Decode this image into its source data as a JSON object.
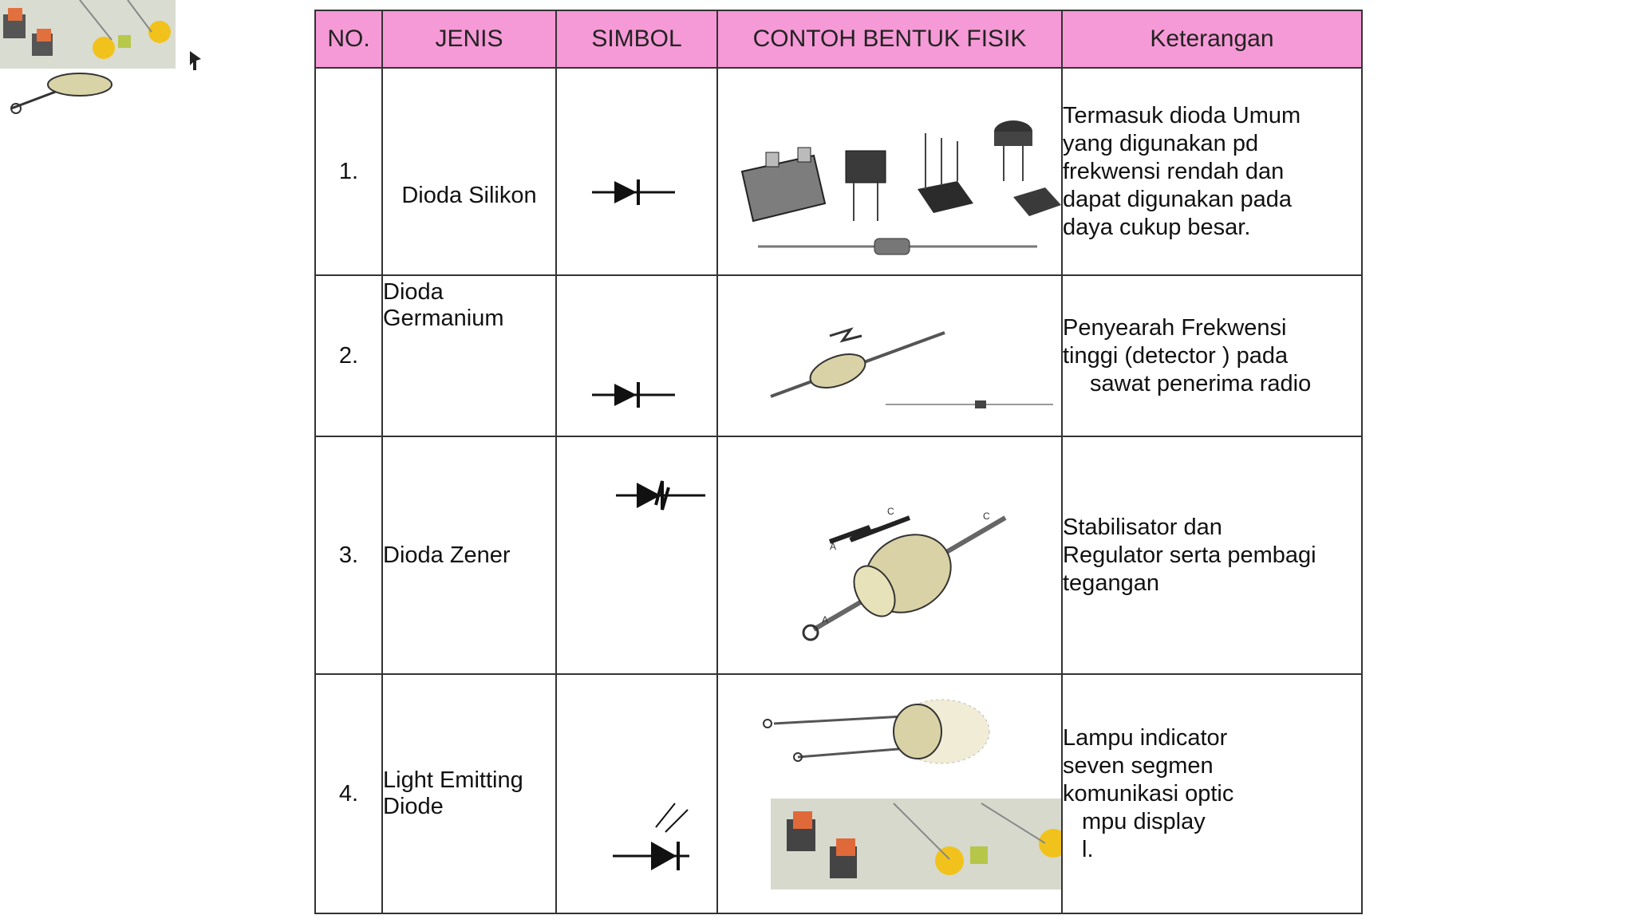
{
  "table": {
    "headers": [
      "NO.",
      "JENIS",
      "SIMBOL",
      "CONTOH BENTUK FISIK",
      "Keterangan"
    ],
    "rows": [
      {
        "no": "1.",
        "jenis": "Dioda Silikon",
        "symbol_icon": "diode-symbol-icon",
        "photo_icon": "bridge-rectifier-icon",
        "keterangan": [
          "Termasuk dioda Umum",
          "yang digunakan pd",
          "frekwensi rendah dan",
          "dapat digunakan pada",
          "daya cukup besar."
        ]
      },
      {
        "no": "2.",
        "jenis": "Dioda Germanium",
        "symbol_icon": "diode-symbol-icon",
        "photo_icon": "germanium-diode-icon",
        "keterangan": [
          "Penyearah Frekwensi",
          "tinggi (detector ) pada",
          "sawat penerima radio"
        ]
      },
      {
        "no": "3.",
        "jenis": "Dioda Zener",
        "symbol_icon": "zener-diode-symbol-icon",
        "photo_icon": "zener-diode-icon",
        "keterangan": [
          "Stabilisator dan",
          "Regulator serta pembagi",
          "tegangan"
        ]
      },
      {
        "no": "4.",
        "jenis": "Light Emitting Diode",
        "symbol_icon": "led-symbol-icon",
        "photo_icon": "led-photo-icon",
        "keterangan": [
          "Lampu indicator",
          "seven segmen",
          "komunikasi optic",
          "mpu display",
          "l."
        ]
      }
    ]
  },
  "colors": {
    "header_bg": "#f59ad6",
    "border": "#333333"
  }
}
